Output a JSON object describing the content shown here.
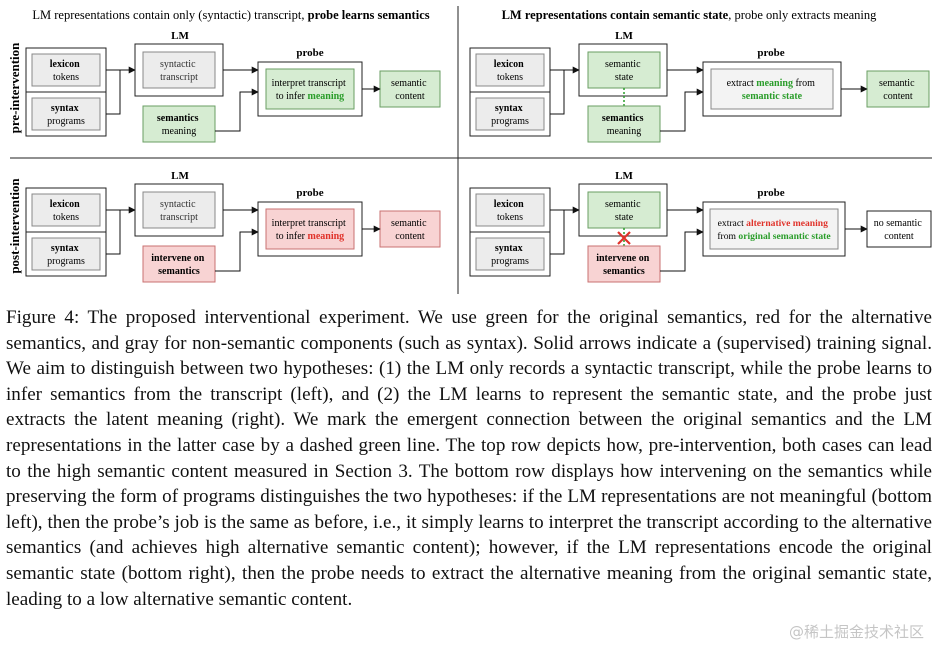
{
  "figure": {
    "titles": {
      "left_plain": "LM representations contain only (syntactic) transcript, ",
      "left_bold": "probe learns semantics",
      "right_bold": "LM representations contain semantic state",
      "right_plain": ", probe only extracts meaning"
    },
    "row_labels": {
      "top": "pre-intervention",
      "bottom": "post-intervention"
    },
    "labels": {
      "lm": "LM",
      "probe": "probe"
    },
    "boxes": {
      "lexicon_bold": "lexicon",
      "lexicon_rest": "tokens",
      "syntax_bold": "syntax",
      "syntax_rest": "programs",
      "syntactic_l1": "syntactic",
      "syntactic_l2": "transcript",
      "semantics_bold": "semantics",
      "semantics_rest": "meaning",
      "intervene_l1": "intervene on",
      "intervene_l2": "semantics",
      "interpret_l1": "interpret transcript",
      "interpret_l2a": "to infer ",
      "interpret_l2b": "meaning",
      "sem_state_l1": "semantic",
      "sem_state_l2": "state",
      "extract_l1a": "extract ",
      "extract_l1b": "meaning",
      "extract_l1c": " from",
      "extract_l2": "semantic state",
      "extract_alt_l1a": "extract ",
      "extract_alt_l1b": "alternative meaning",
      "extract_alt_l2a": "from ",
      "extract_alt_l2b": "original semantic state",
      "content_l1": "semantic",
      "content_l2": "content",
      "no_content_l1": "no semantic",
      "no_content_l2": "content"
    },
    "colors": {
      "green_fill": "#d6ecd2",
      "green_text": "#2a9d2a",
      "red_fill": "#f8d3d3",
      "red_text": "#e0332b",
      "gray_fill": "#ececec"
    }
  },
  "caption": "Figure 4: The proposed interventional experiment. We use green for the original semantics, red for the alternative semantics, and gray for non-semantic components (such as syntax). Solid arrows indicate a (supervised) training signal. We aim to distinguish between two hypotheses: (1) the LM only records a syntactic transcript, while the probe learns to infer semantics from the transcript (left), and (2) the LM learns to represent the semantic state, and the probe just extracts the latent meaning (right). We mark the emergent connection between the original semantics and the LM representations in the latter case by a dashed green line. The top row depicts how, pre-intervention, both cases can lead to the high semantic content measured in Section 3. The bottom row displays how intervening on the semantics while preserving the form of programs distinguishes the two hypotheses: if the LM representations are not meaningful (bottom left), then the probe’s job is the same as before, i.e., it simply learns to interpret the transcript according to the alternative semantics (and achieves high alternative semantic content); however, if the LM representations encode the original semantic state (bottom right), then the probe needs to extract the alternative meaning from the original semantic state, leading to a low alternative semantic content.",
  "watermark": "@稀土掘金技术社区"
}
